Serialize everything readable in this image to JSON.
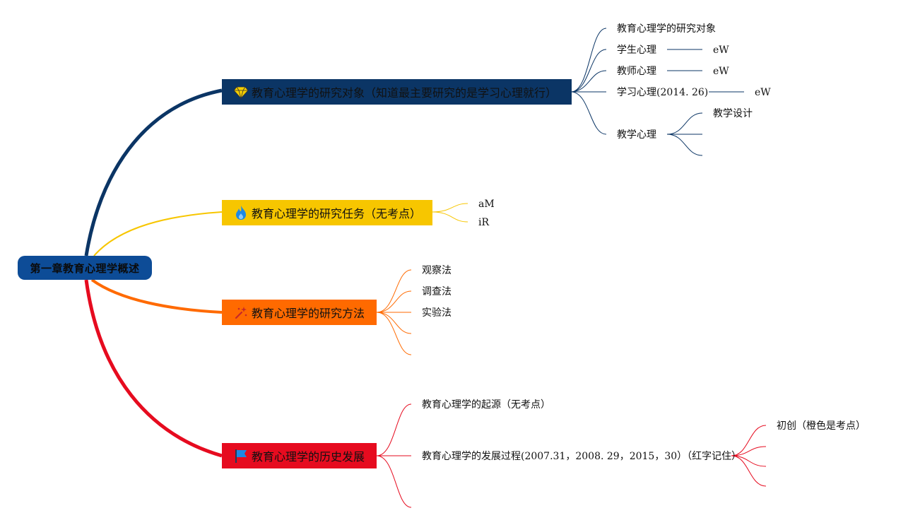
{
  "root": {
    "label": "第一章教育心理学概述"
  },
  "topics": [
    {
      "label": "教育心理学的研究对象（知道最主要研究的是学习心理就行）",
      "icon": "diamond-icon",
      "color": "#0b3565",
      "children": [
        {
          "label": "教育心理学的研究对象"
        },
        {
          "label": "学生心理",
          "sub": "eW"
        },
        {
          "label": "教师心理",
          "sub": "eW"
        },
        {
          "label": "学习心理(2014. 26)",
          "sub": "eW"
        },
        {
          "label": "教学心理",
          "children": [
            {
              "label": "教学设计"
            },
            {
              "label": ""
            },
            {
              "label": ""
            }
          ]
        }
      ]
    },
    {
      "label": "教育心理学的研究任务（无考点）",
      "icon": "fire-icon",
      "color": "#f7c600",
      "children": [
        {
          "label": "aM"
        },
        {
          "label": "iR"
        }
      ]
    },
    {
      "label": "教育心理学的研究方法",
      "icon": "sparkle-icon",
      "color": "#ff6a00",
      "children": [
        {
          "label": "观察法"
        },
        {
          "label": "调查法"
        },
        {
          "label": "实验法"
        },
        {
          "label": ""
        },
        {
          "label": ""
        }
      ]
    },
    {
      "label": "教育心理学的历史发展",
      "icon": "flag-icon",
      "color": "#e60b1f",
      "children": [
        {
          "label": "教育心理学的起源（无考点）"
        },
        {
          "label": "教育心理学的发展过程(2007.31，2008. 29，2015，30）（红字记住）",
          "children": [
            {
              "label": "初创（橙色是考点）"
            },
            {
              "label": ""
            },
            {
              "label": ""
            },
            {
              "label": ""
            }
          ]
        },
        {
          "label": ""
        }
      ]
    }
  ]
}
